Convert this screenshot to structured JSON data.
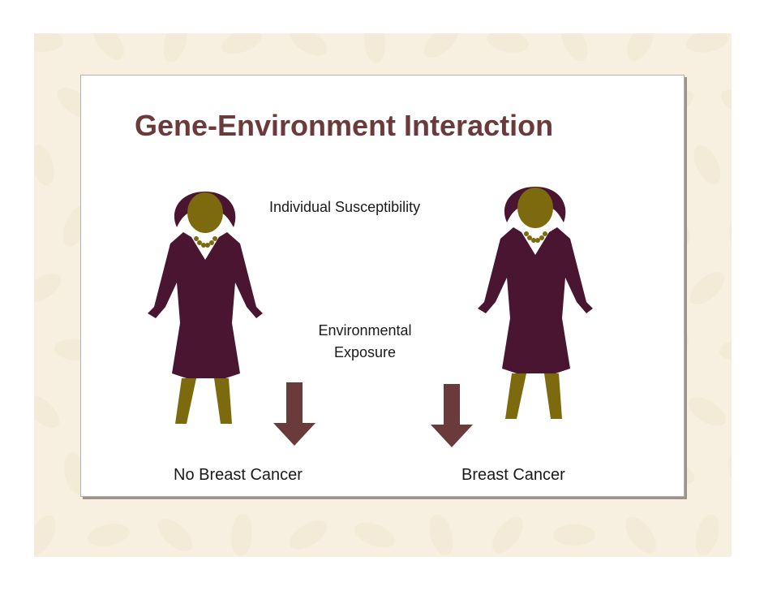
{
  "title": "Gene-Environment Interaction",
  "labels": {
    "susceptibility": "Individual Susceptibility",
    "exposure_line1": "Environmental",
    "exposure_line2": "Exposure"
  },
  "outcomes": {
    "left": "No Breast Cancer",
    "right": "Breast Cancer"
  },
  "colors": {
    "title": "#6b3a3a",
    "dress": "#4a1530",
    "skin": "#7d6a0e",
    "arrow": "#6b3a3a",
    "background_pattern": "#f3ead8"
  }
}
